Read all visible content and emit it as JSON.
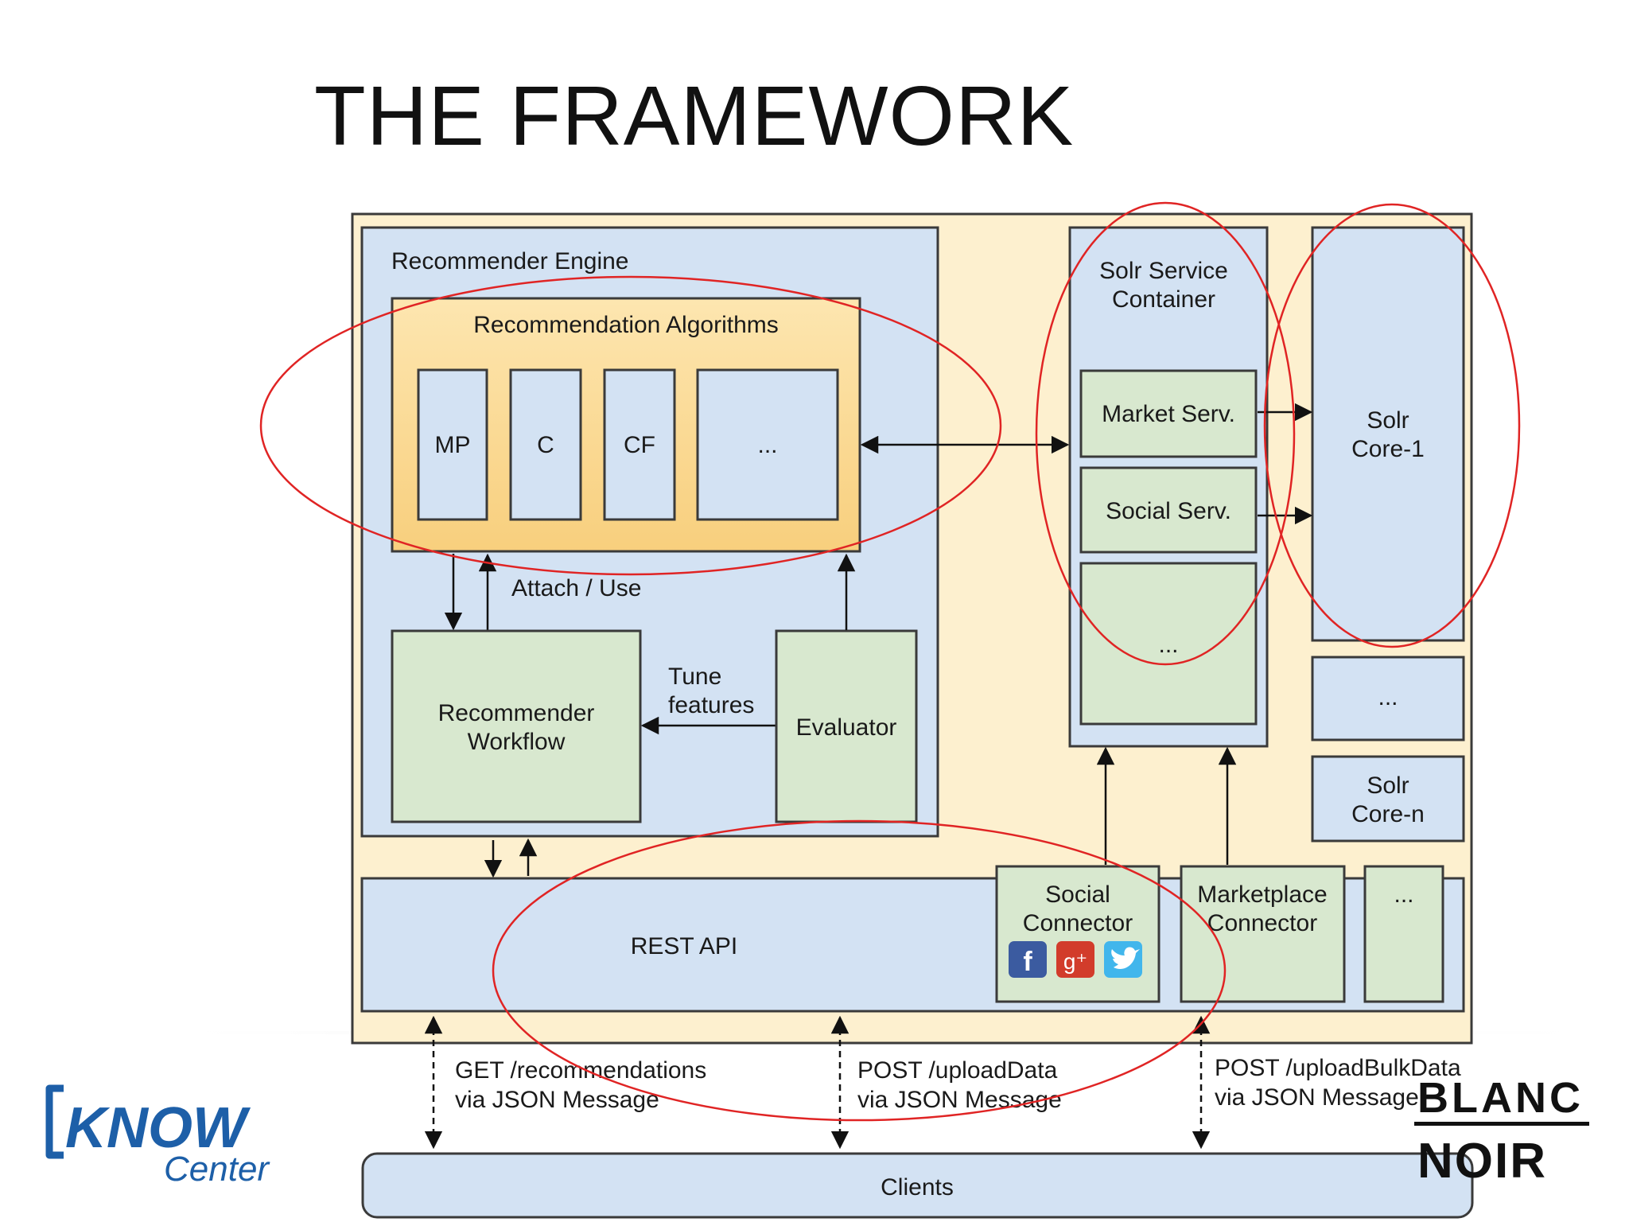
{
  "slide": {
    "title": "THE FRAMEWORK"
  },
  "engine": {
    "label": "Recommender Engine",
    "algorithms": {
      "label": "Recommendation Algorithms",
      "items": [
        "MP",
        "C",
        "CF",
        "..."
      ]
    },
    "attach_label": "Attach / Use",
    "workflow": [
      "Recommender",
      "Workflow"
    ],
    "tune": [
      "Tune",
      "features"
    ],
    "evaluator": "Evaluator"
  },
  "solr_container": {
    "label": [
      "Solr Service",
      "Container"
    ],
    "market": "Market Serv.",
    "social": "Social Serv.",
    "more": "..."
  },
  "solr_cores": {
    "core1": [
      "Solr",
      "Core-1"
    ],
    "more": "...",
    "coren": [
      "Solr",
      "Core-n"
    ]
  },
  "api": {
    "label": "REST API",
    "social_connector": [
      "Social",
      "Connector"
    ],
    "market_connector": [
      "Marketplace",
      "Connector"
    ],
    "more": "..."
  },
  "requests": {
    "get": [
      "GET /recommendations",
      "via JSON Message"
    ],
    "post": [
      "POST /uploadData",
      "via JSON Message"
    ],
    "bulk": [
      "POST /uploadBulkData",
      "via JSON Message"
    ]
  },
  "clients": "Clients",
  "logos": {
    "know_top": "KNOW",
    "know_bottom": "Center",
    "blanc_top": "BLANC",
    "blanc_bottom": "NOIR"
  },
  "icons": [
    "facebook-icon",
    "google-plus-icon",
    "twitter-icon"
  ],
  "colors": {
    "outer_bg": "#fdf0cf",
    "blue_box": "#d3e2f3",
    "green_box": "#d8e8cf",
    "algo_box": "#f9d58a",
    "ellipse": "#e02424",
    "know_blue": "#1d5fa8"
  }
}
